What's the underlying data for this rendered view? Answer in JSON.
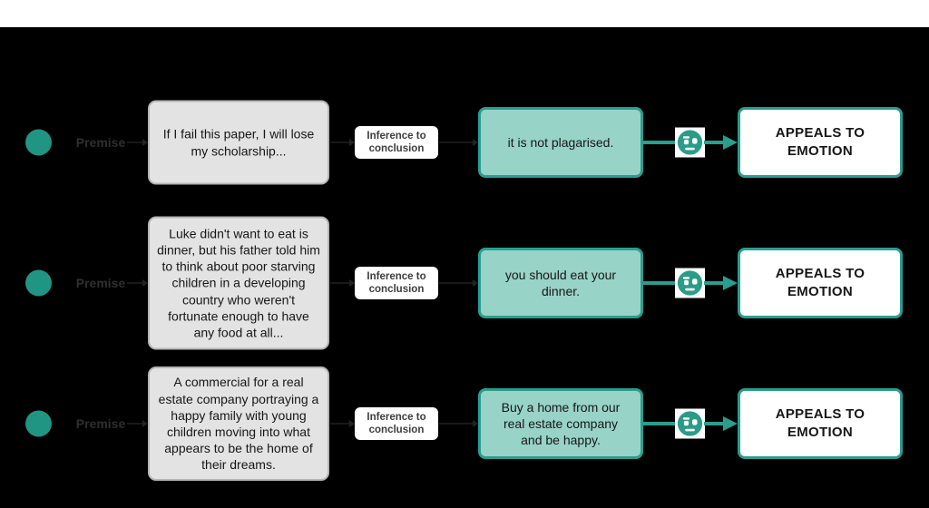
{
  "diagram": {
    "colors": {
      "background": "#000000",
      "top_strip": "#ffffff",
      "accent_circle": "#219583",
      "teal_border": "#2a9d8f",
      "teal_fill": "#98d3c8",
      "gray_fill": "#e3e3e3",
      "gray_border": "#b5b5b5"
    },
    "icons": {
      "emotion_face": "raised-eyebrow-face"
    },
    "rows": [
      {
        "premise_label": "Premise",
        "premise_text": "If I fail this paper, I will lose my scholarship...",
        "inference_label": "Inference to conclusion",
        "conclusion_text": "it is not plagarised.",
        "result_text": "APPEALS TO EMOTION"
      },
      {
        "premise_label": "Premise",
        "premise_text": "Luke didn't want to eat is dinner, but his father told him to think about poor starving children in a developing country who weren't fortunate enough to have any food at all...",
        "inference_label": "Inference to conclusion",
        "conclusion_text": "you should eat your dinner.",
        "result_text": "APPEALS TO EMOTION"
      },
      {
        "premise_label": "Premise",
        "premise_text": "A commercial for a real estate company portraying a happy family with young children moving into what appears to be the home of their dreams.",
        "inference_label": "Inference to conclusion",
        "conclusion_text": "Buy a home from our real estate company and be happy.",
        "result_text": "APPEALS TO EMOTION"
      }
    ]
  }
}
